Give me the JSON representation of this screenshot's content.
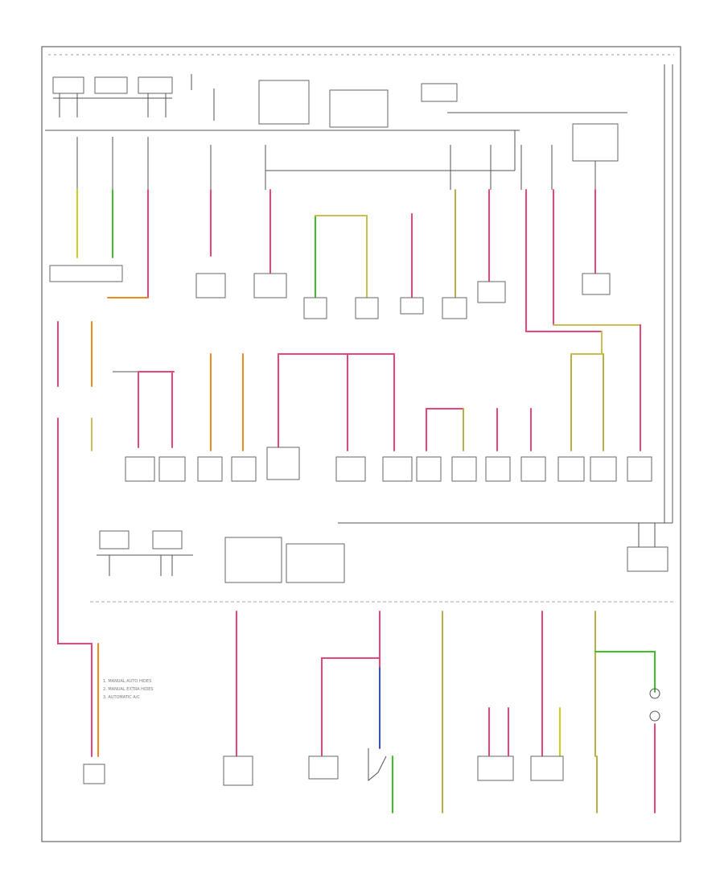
{
  "diagram": {
    "footer_id": "",
    "colors": {
      "frame": "#666666",
      "wire_plain": "#555555",
      "wire_pink": "#e8457a",
      "wire_yellow": "#d9c81c",
      "wire_green": "#3fbf2a",
      "wire_orange": "#f08a20",
      "wire_blue": "#3050d8"
    },
    "legend": {
      "lines": [
        "1. MANUAL AUTO HIDES",
        "2. MANUAL EXTRA HIDES",
        "3. AUTOMATIC A/C"
      ]
    }
  }
}
